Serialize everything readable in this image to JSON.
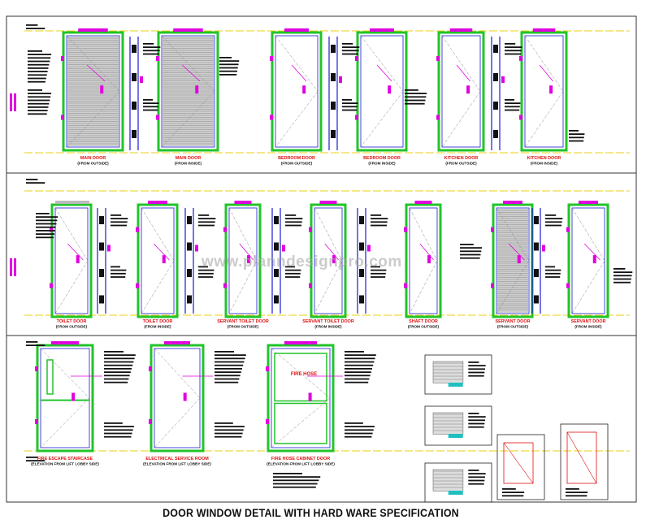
{
  "title": "DOOR WINDOW DETAIL WITH HARD WARE SPECIFICATION",
  "watermark": "www.planndesignpro.com",
  "colors": {
    "frame_green": "#22c42a",
    "frame_blue": "#1a1ad6",
    "accent_magenta": "#e000e0",
    "label_red": "#e01010",
    "yellow_line": "#e8d010",
    "line_dark": "#222222"
  },
  "rows": [
    {
      "doors": [
        {
          "name": "MAIN DOOR",
          "view": "(FROM OUTSIDE)",
          "style": "louver"
        },
        {
          "name": "MAIN DOOR",
          "view": "(FROM INSIDE)",
          "style": "louver"
        },
        {
          "name": "BEDROOM DOOR",
          "view": "(FROM OUTSIDE)",
          "style": "flush"
        },
        {
          "name": "BEDROOM DOOR",
          "view": "(FROM INSIDE)",
          "style": "flush"
        },
        {
          "name": "KITCHEN DOOR",
          "view": "(FROM OUTSIDE)",
          "style": "flush"
        },
        {
          "name": "KITCHEN DOOR",
          "view": "(FROM INSIDE)",
          "style": "flush"
        }
      ]
    },
    {
      "doors": [
        {
          "name": "TOILET DOOR",
          "view": "(FROM OUTSIDE)",
          "style": "flush"
        },
        {
          "name": "TOILET DOOR",
          "view": "(FROM INSIDE)",
          "style": "flush"
        },
        {
          "name": "SERVANT TOILET DOOR",
          "view": "(FROM OUTSIDE)",
          "style": "flush"
        },
        {
          "name": "SERVANT TOILET DOOR",
          "view": "(FROM INSIDE)",
          "style": "flush"
        },
        {
          "name": "SHAFT DOOR",
          "view": "(FROM OUTSIDE)",
          "style": "flush"
        },
        {
          "name": "SERVANT DOOR",
          "view": "(FROM OUTSIDE)",
          "style": "louver"
        },
        {
          "name": "SERVANT DOOR",
          "view": "(FROM INSIDE)",
          "style": "flush"
        }
      ]
    },
    {
      "doors": [
        {
          "name": "FIRE ESCAPE STAIRCASE",
          "view": "(ELEVATION FROM LIFT LOBBY SIDE)",
          "style": "fire"
        },
        {
          "name": "ELECTRICAL SERVICE ROOM",
          "view": "(ELEVATION FROM LIFT LOBBY SIDE)",
          "style": "flush"
        },
        {
          "name": "FIRE HOSE CABINET DOOR",
          "view": "(ELEVATION FROM LIFT LOBBY SIDE)",
          "style": "cabinet"
        }
      ],
      "cabinet_label": "FIRE HOSE"
    }
  ]
}
